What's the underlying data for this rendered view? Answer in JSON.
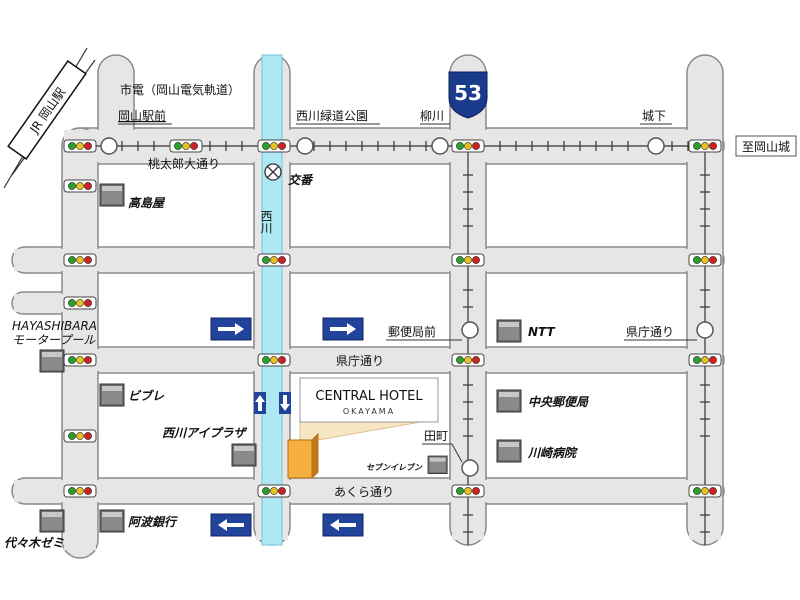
{
  "map": {
    "station_sign": "JR 岡山駅",
    "tram_line_label": "市電（岡山電気軌道）",
    "route_number": "53",
    "stops": {
      "okayama_ekimae": "岡山駅前",
      "nishigawa_ryokudo_koen": "西川緑道公園",
      "yanagawa": "柳川",
      "shiroshita": "城下"
    },
    "destination": "至岡山城",
    "roads": {
      "momotaro_odori": "桃太郎大通り",
      "kencho_dori": "県庁通り",
      "akura_dori": "あくら通り"
    },
    "river": "西川",
    "police_box": "交番",
    "intersections": {
      "yubinkyoku_mae": "郵便局前",
      "kencho_dori": "県庁通り",
      "tamachi": "田町"
    },
    "landmarks": {
      "takashimaya": "高島屋",
      "hayashibara_line1": "HAYASHIBARA",
      "hayashibara_line2": "モータープール",
      "vivre": "ビブレ",
      "nishigawa_aiplaza": "西川アイプラザ",
      "awa_ginko": "阿波銀行",
      "yoyogi_seminar": "代々木ゼミ",
      "ntt": "NTT",
      "chuo_yubinkyoku": "中央郵便局",
      "kawasaki_byoin": "川崎病院",
      "seven_eleven": "セブンイレブン"
    },
    "hotel": {
      "name": "CENTRAL HOTEL",
      "city": "OKAYAMA"
    },
    "colors": {
      "road_fill": "#e6e6e6",
      "road_stroke": "#8a8a8a",
      "river": "#aee8f2",
      "sign_blue": "#22439a",
      "route_shield": "#1a3a8c",
      "hotel_orange": "#f0a030"
    }
  }
}
